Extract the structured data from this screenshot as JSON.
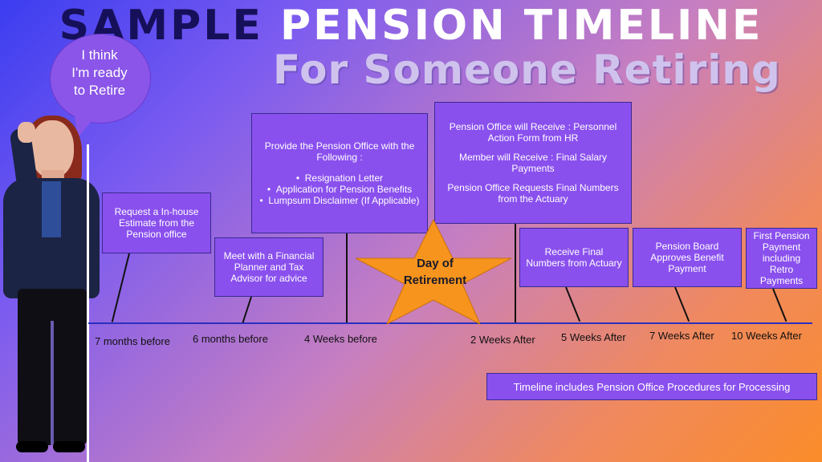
{
  "title": {
    "part1": "SAMPLE",
    "part2": "PENSION TIMELINE",
    "subtitle": "For Someone Retiring"
  },
  "bubble": {
    "line1": "I think",
    "line2": "I'm ready",
    "line3": "to Retire"
  },
  "boxes": {
    "estimate": "Request a In-house Estimate from the Pension office",
    "planner": "Meet with a Financial Planner and Tax Advisor for advice",
    "provide": {
      "heading": "Provide the Pension Office  with the Following :",
      "items": [
        "Resignation Letter",
        "Application for Pension Benefits",
        "Lumpsum Disclaimer (If Applicable)"
      ]
    },
    "after": {
      "p1": "Pension Office will Receive :  Personnel Action Form from HR",
      "p2": "Member will Receive : Final Salary Payments",
      "p3": "Pension Office Requests Final Numbers from the Actuary"
    },
    "actuary": "Receive Final Numbers from Actuary",
    "board": "Pension Board Approves Benefit Payment",
    "first_payment": "First Pension Payment including Retro Payments"
  },
  "star": {
    "line1": "Day of",
    "line2": "Retirement",
    "color": "#f7941d"
  },
  "ticks": [
    "7 months before",
    "6 months before",
    "4 Weeks before",
    "2 Weeks After",
    "5 Weeks After",
    "7 Weeks After",
    "10 Weeks After"
  ],
  "footnote": "Timeline includes Pension Office Procedures for Processing",
  "colors": {
    "box": "#8a50ee",
    "title_dark": "#16105a",
    "subtitle": "#cfc3ee"
  }
}
